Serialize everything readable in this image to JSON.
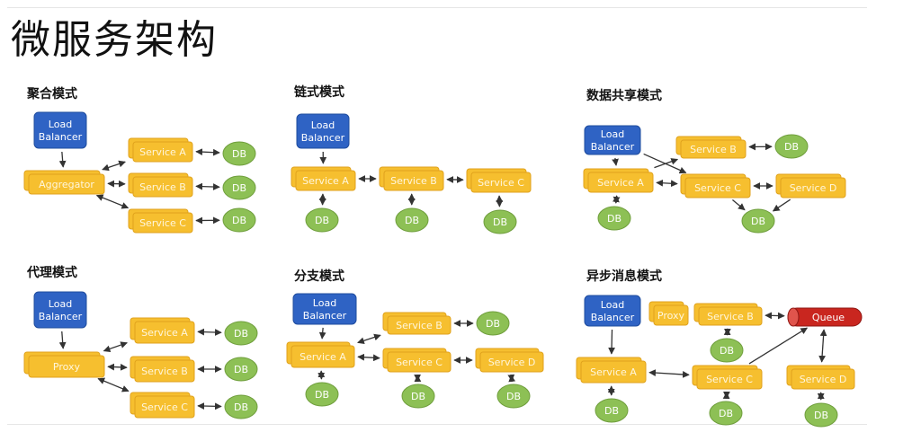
{
  "page": {
    "title": "微服务架构"
  },
  "patterns": {
    "aggregator": {
      "title": "聚合模式",
      "load_balancer": "Load\nBalancer",
      "aggregator": "Aggregator",
      "services": [
        "Service A",
        "Service B",
        "Service C"
      ],
      "db": "DB"
    },
    "chain": {
      "title": "链式模式",
      "load_balancer": "Load\nBalancer",
      "services": [
        "Service A",
        "Service B",
        "Service C"
      ],
      "db": "DB"
    },
    "shared_data": {
      "title": "数据共享模式",
      "load_balancer": "Load\nBalancer",
      "services": [
        "Service A",
        "Service B",
        "Service C",
        "Service D"
      ],
      "db": "DB"
    },
    "proxy": {
      "title": "代理模式",
      "load_balancer": "Load\nBalancer",
      "proxy": "Proxy",
      "services": [
        "Service A",
        "Service B",
        "Service C"
      ],
      "db": "DB"
    },
    "branch": {
      "title": "分支模式",
      "load_balancer": "Load\nBalancer",
      "services": [
        "Service A",
        "Service B",
        "Service C",
        "Service D"
      ],
      "db": "DB"
    },
    "async": {
      "title": "异步消息模式",
      "load_balancer": "Load\nBalancer",
      "proxy": "Proxy",
      "queue": "Queue",
      "services": [
        "Service A",
        "Service B",
        "Service C",
        "Service D"
      ],
      "db": "DB"
    }
  },
  "colors": {
    "load_balancer": "#2f63c4",
    "service": "#f6bf2f",
    "service_text": "#fff6dc",
    "db": "#8dc055",
    "queue": "#c9261f",
    "arrow": "#333333"
  }
}
